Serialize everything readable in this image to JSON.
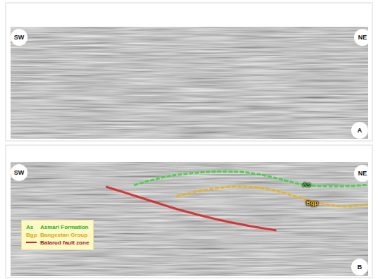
{
  "diagram": {
    "nodes": [
      {
        "text": [
          "SW"
        ]
      },
      {
        "text": [
          "NE"
        ]
      },
      {
        "text": [
          "A"
        ]
      },
      {
        "text": [
          "SW"
        ]
      },
      {
        "text": [
          "NE"
        ]
      },
      {
        "text": [
          "B"
        ]
      }
    ],
    "labels": [
      "As",
      "Bgp",
      "As",
      "Bgp"
    ],
    "legend": [
      {
        "text": "Asmari Formation"
      },
      {
        "text": "Bangestan Group"
      },
      {
        "text": "Balarud fault zone"
      }
    ]
  }
}
